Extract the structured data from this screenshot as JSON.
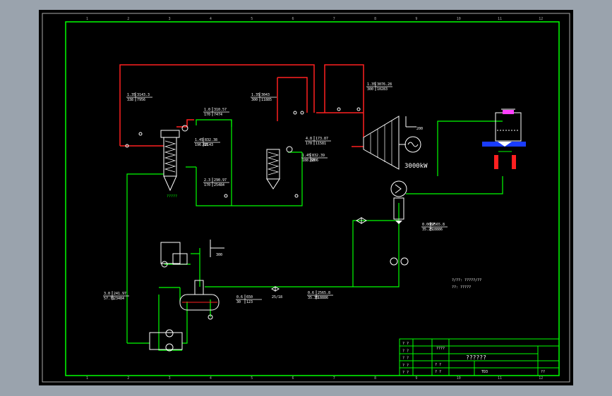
{
  "colors": {
    "outer_bg": "#9aa3ad",
    "sheet": "#000000",
    "frame": "#00ff00",
    "steam": "#ff2020",
    "water": "#00ff00",
    "text": "#ffffff",
    "blue": "#1a3cff",
    "magenta": "#ff40ff"
  },
  "grid": {
    "top": [
      "1",
      "2",
      "3",
      "4",
      "5",
      "6",
      "7",
      "8",
      "9",
      "10",
      "11",
      "12"
    ],
    "bottom": [
      "1",
      "2",
      "3",
      "4",
      "5",
      "6",
      "7",
      "8",
      "9",
      "10",
      "11",
      "12"
    ]
  },
  "labels": {
    "boiler1": [
      "1.35",
      "3143.3",
      "338",
      "7956"
    ],
    "boiler2": [
      "1.35",
      "3043",
      "300",
      "11885"
    ],
    "turbine_in": [
      "1.35",
      "3076.28",
      "300",
      "10283"
    ],
    "econ1_top": [
      "1.0",
      "310.57",
      "170",
      "7474"
    ],
    "econ1_mid": [
      "1.45",
      "832.38",
      "196.88",
      "2143"
    ],
    "econ1_bot": [
      "2.3",
      "290.97",
      "170",
      "25484"
    ],
    "econ2_mid": [
      "4.8",
      "173.87",
      "170",
      "11581"
    ],
    "econ2_bot": [
      "1.45",
      "832.39",
      "188.88",
      "206"
    ],
    "boiler1_tag": "?????",
    "temp_200": "200",
    "power": "3000kW",
    "condenser_out": [
      "0.0087",
      "2565.8",
      "35.25",
      "18886"
    ],
    "deaer_tag": "300",
    "feed1": [
      "3.0",
      "241.97",
      "57.71",
      "23484"
    ],
    "feed2": [
      "0.6",
      "650",
      "30",
      "123"
    ],
    "feed3": [
      "0.6",
      "2565.8",
      "35.35",
      "18886"
    ],
    "valve_tag": "25/18",
    "legend": [
      "?/??: ?????/??",
      "??: ?????"
    ]
  },
  "title_block": {
    "rows": [
      "? ?",
      "? ?",
      "? ?",
      "? ?",
      "? ?"
    ],
    "header": "????",
    "main_title": "??????",
    "cells": [
      "? ?",
      "? ?",
      "TD3",
      "??"
    ]
  }
}
